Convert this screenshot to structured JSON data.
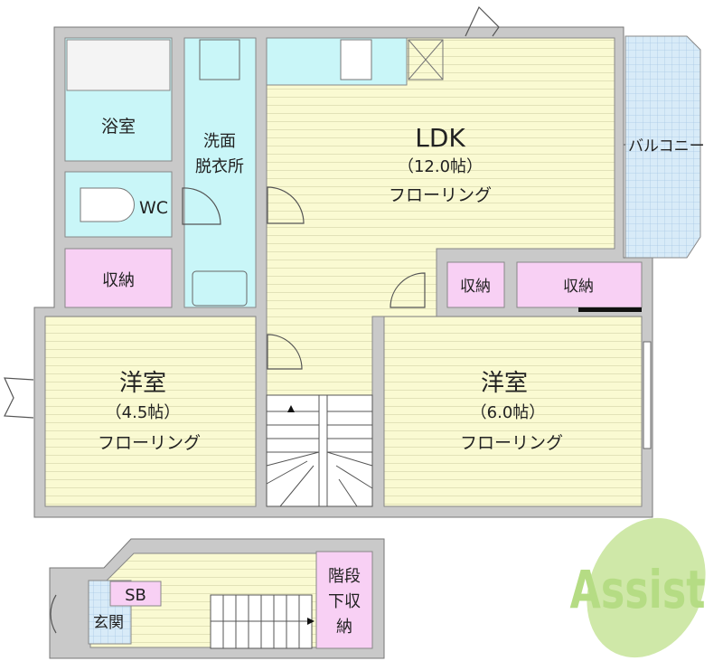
{
  "rooms": {
    "bath": "浴室",
    "washroom_line1": "洗面",
    "washroom_line2": "脱衣所",
    "wc": "WC",
    "storage_left": "収納",
    "ldk": "LDK",
    "ldk_size": "（12.0帖）",
    "ldk_floor": "フローリング",
    "balcony": "バルコニー",
    "storage_small": "収納",
    "storage_right": "収納",
    "western_left": "洋室",
    "western_left_size": "（4.5帖）",
    "western_left_floor": "フローリング",
    "western_right": "洋室",
    "western_right_size": "（6.0帖）",
    "western_right_floor": "フローリング",
    "shoe_box": "SB",
    "entrance": "玄関",
    "under_stair_1": "階段",
    "under_stair_2": "下収",
    "under_stair_3": "納"
  },
  "logo": "Assist",
  "colors": {
    "wall": "#c9c9c9",
    "floor": "#fafad2",
    "wet_area": "#c9f6f8",
    "storage": "#f8d0f4",
    "balcony": "#d8ebf8",
    "logo_green": "#b5dc84",
    "logo_red": "#f08a8a"
  }
}
